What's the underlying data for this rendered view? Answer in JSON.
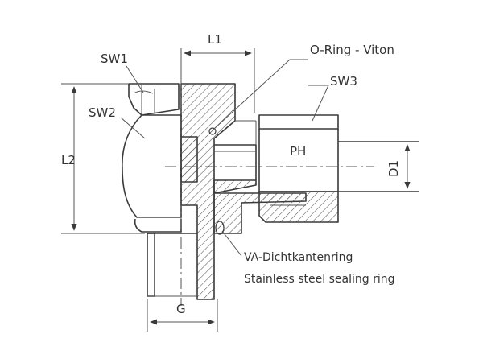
{
  "labels": {
    "l1": "L1",
    "l2": "L2",
    "sw1": "SW1",
    "sw2": "SW2",
    "sw3": "SW3",
    "ph": "PH",
    "d1": "D1",
    "g": "G",
    "oring": "O-Ring - Viton",
    "va_de": "VA-Dichtkantenring",
    "va_en": "Stainless steel sealing ring"
  },
  "colors": {
    "line": "#3a3a3a",
    "text": "#333333",
    "background": "#ffffff"
  }
}
